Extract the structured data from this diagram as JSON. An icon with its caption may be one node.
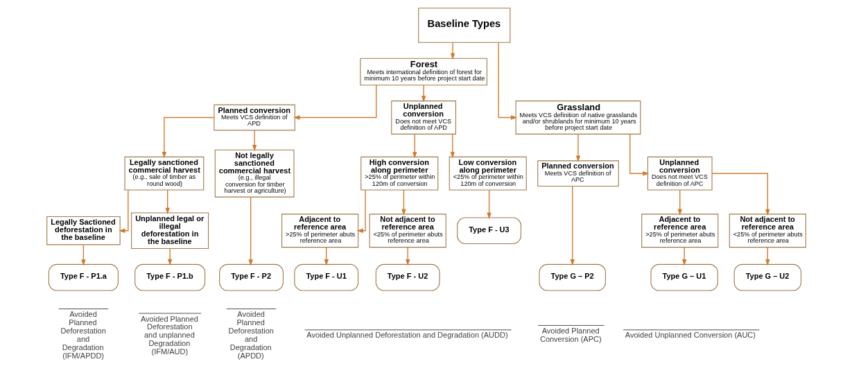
{
  "diagram": {
    "nodes": [
      {
        "text": [
          "Baseline Types"
        ]
      },
      {
        "text": [
          "Forest",
          "Meets international definition of forest for minimum 10 years before project start date"
        ]
      },
      {
        "text": [
          "Grassland",
          "Meets VCS definition of native grasslands and/or shrublands for minimum 10 years before project start date"
        ]
      },
      {
        "text": [
          "Planned conversion",
          "Meets VCS definition of APD"
        ]
      },
      {
        "text": [
          "Unplanned conversion",
          "Does not meet VCS definition of APD"
        ]
      },
      {
        "text": [
          "Planned conversion",
          "Meets VCS definition of APC"
        ]
      },
      {
        "text": [
          "Unplanned conversion",
          "Does not meet VCS definition of APC"
        ]
      },
      {
        "text": [
          "Legally sanctioned commercial harvest",
          "(e.g., sale of timber as round wood)"
        ]
      },
      {
        "text": [
          "Not legally sanctioned commercial harvest",
          "(e.g., illegal conversion for timber harvest or agriculture)"
        ]
      },
      {
        "text": [
          "High conversion along perimeter",
          ">25% of perimeter within 120m of conversion"
        ]
      },
      {
        "text": [
          "Low conversion along perimeter",
          "<25% of perimeter within 120m of conversion"
        ]
      },
      {
        "text": [
          "Adjacent to reference area",
          ">25% of perimeter abuts reference area"
        ]
      },
      {
        "text": [
          "Not adjacent to reference area",
          "<25% of perimeter abuts reference area"
        ]
      },
      {
        "text": [
          "Legally Sactioned deforestation in the baseline"
        ]
      },
      {
        "text": [
          "Unplanned legal or illegal deforestation in the baseline"
        ]
      },
      {
        "text": [
          "Adjacent to reference area",
          ">25% of perimeter abuts reference area"
        ]
      },
      {
        "text": [
          "Not adjacent to reference area",
          "<25% of perimeter abuts reference area"
        ]
      },
      {
        "text": [
          "Type F - P1.a"
        ]
      },
      {
        "text": [
          "Type F - P1.b"
        ]
      },
      {
        "text": [
          "Type F - P2"
        ]
      },
      {
        "text": [
          "Type F - U1"
        ]
      },
      {
        "text": [
          "Type F - U2"
        ]
      },
      {
        "text": [
          "Type F - U3"
        ]
      },
      {
        "text": [
          "Type G – P2"
        ]
      },
      {
        "text": [
          "Type G – U1"
        ]
      },
      {
        "text": [
          "Type G – U2"
        ]
      }
    ],
    "edges": [
      {
        "from": 0,
        "to": 1,
        "arrow": "to"
      },
      {
        "from": 0,
        "to": 2,
        "arrow": "to"
      },
      {
        "from": 1,
        "to": 3,
        "arrow": "to"
      },
      {
        "from": 1,
        "to": 4,
        "arrow": "to"
      },
      {
        "from": 2,
        "to": 5,
        "arrow": "to"
      },
      {
        "from": 2,
        "to": 6,
        "arrow": "to"
      },
      {
        "from": 3,
        "to": 7,
        "arrow": "to"
      },
      {
        "from": 3,
        "to": 8,
        "arrow": "to"
      },
      {
        "from": 4,
        "to": 9,
        "arrow": "to"
      },
      {
        "from": 4,
        "to": 10,
        "arrow": "to"
      },
      {
        "from": 6,
        "to": 11,
        "arrow": "to"
      },
      {
        "from": 6,
        "to": 12,
        "arrow": "to"
      },
      {
        "from": 7,
        "to": 13,
        "arrow": "to"
      },
      {
        "from": 7,
        "to": 14,
        "arrow": "to"
      },
      {
        "from": 9,
        "to": 15,
        "arrow": "to"
      },
      {
        "from": 9,
        "to": 16,
        "arrow": "to"
      },
      {
        "from": 13,
        "to": 17,
        "arrow": "to"
      },
      {
        "from": 14,
        "to": 18,
        "arrow": "to"
      },
      {
        "from": 8,
        "to": 19,
        "arrow": "to"
      },
      {
        "from": 15,
        "to": 20,
        "arrow": "to"
      },
      {
        "from": 16,
        "to": 21,
        "arrow": "to"
      },
      {
        "from": 10,
        "to": 22,
        "arrow": "to"
      },
      {
        "from": 5,
        "to": 23,
        "arrow": "to"
      },
      {
        "from": 11,
        "to": 24,
        "arrow": "to"
      },
      {
        "from": 12,
        "to": 25,
        "arrow": "to"
      }
    ],
    "labels": [
      "Avoided Planned Deforestation and Degradation (IFM/APDD)",
      "Avoided Planned Deforestation and unplanned Degradation (IFM/AUD)",
      "Avoided Planned Deforestation and Degradation (APDD)",
      "Avoided Unplanned Deforestation and Degradation (AUDD)",
      "Avoided Planned Conversion (APC)",
      "Avoided Unplanned Conversion (AUC)"
    ]
  }
}
